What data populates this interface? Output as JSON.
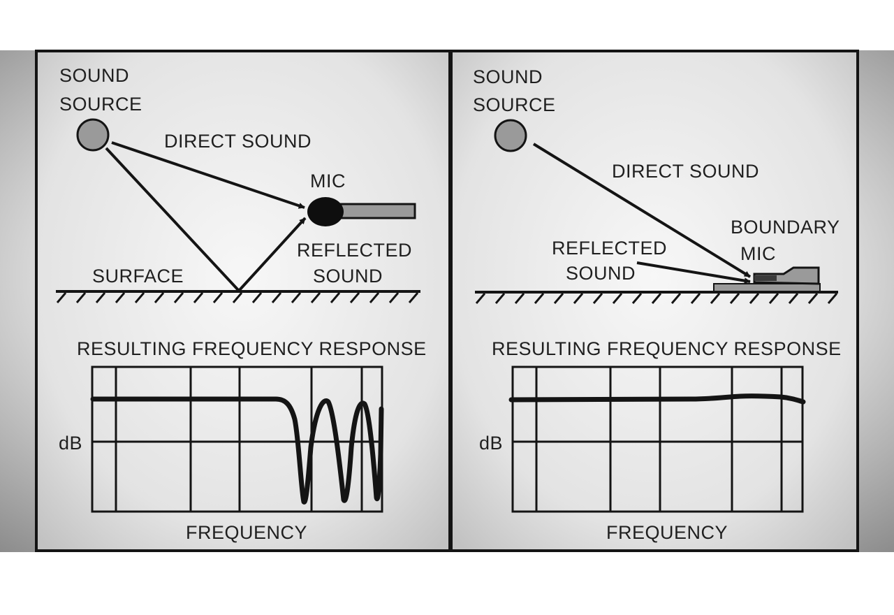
{
  "panels": [
    {
      "id": "conventional",
      "source_label": [
        "SOUND",
        "SOURCE"
      ],
      "direct_label": "DIRECT SOUND",
      "mic_label": [
        "MIC"
      ],
      "reflected_label": [
        "REFLECTED",
        "SOUND"
      ],
      "surface_label": "SURFACE",
      "response_title": "RESULTING FREQUENCY RESPONSE",
      "y_axis_label": "dB",
      "x_axis_label": "FREQUENCY",
      "response_shape": "comb-filter"
    },
    {
      "id": "boundary",
      "source_label": [
        "SOUND",
        "SOURCE"
      ],
      "direct_label": "DIRECT SOUND",
      "mic_label": [
        "BOUNDARY",
        "MIC"
      ],
      "reflected_label": [
        "REFLECTED",
        "SOUND"
      ],
      "surface_label": "",
      "response_title": "RESULTING FREQUENCY RESPONSE",
      "y_axis_label": "dB",
      "x_axis_label": "FREQUENCY",
      "response_shape": "flat"
    }
  ],
  "colors": {
    "frame": "#141414",
    "panel_center": "#f4f4f4",
    "panel_edge": "#8e8e8e",
    "source_fill": "#9a9a9a",
    "mic_handle": "#9a9a9a"
  }
}
